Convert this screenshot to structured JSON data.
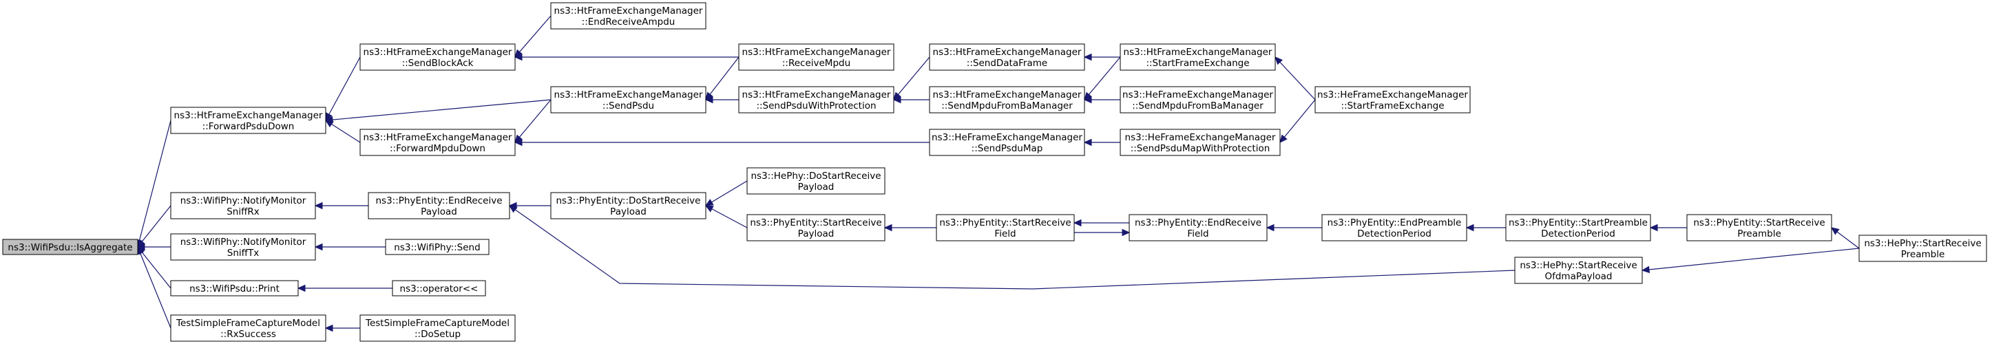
{
  "title": "",
  "nodes": [
    {
      "id": "wifipsdu_isaggregate",
      "lines": [
        "ns3::WifiPsdu::IsAggregate"
      ],
      "root": true
    },
    {
      "id": "htfem_forwardpsdudown",
      "lines": [
        "ns3::HtFrameExchangeManager",
        "::ForwardPsduDown"
      ]
    },
    {
      "id": "wifiphy_notifymonitorsniffrx",
      "lines": [
        "ns3::WifiPhy::NotifyMonitor",
        "SniffRx"
      ]
    },
    {
      "id": "wifiphy_notifymonitorsnifftx",
      "lines": [
        "ns3::WifiPhy::NotifyMonitor",
        "SniffTx"
      ]
    },
    {
      "id": "wifipsdu_print",
      "lines": [
        "ns3::WifiPsdu::Print"
      ]
    },
    {
      "id": "testsimpleframecapturemodel_rxsuccess",
      "lines": [
        "TestSimpleFrameCaptureModel",
        "::RxSuccess"
      ]
    },
    {
      "id": "htfem_sendblockack",
      "lines": [
        "ns3::HtFrameExchangeManager",
        "::SendBlockAck"
      ]
    },
    {
      "id": "htfem_sendpsdu",
      "lines": [
        "ns3::HtFrameExchangeManager",
        "::SendPsdu"
      ]
    },
    {
      "id": "htfem_forwardmpdudown",
      "lines": [
        "ns3::HtFrameExchangeManager",
        "::ForwardMpduDown"
      ]
    },
    {
      "id": "phyentity_endreceivepayload",
      "lines": [
        "ns3::PhyEntity::EndReceive",
        "Payload"
      ]
    },
    {
      "id": "wifiphy_send",
      "lines": [
        "ns3::WifiPhy::Send"
      ]
    },
    {
      "id": "operator_ltlt",
      "lines": [
        "ns3::operator<<"
      ]
    },
    {
      "id": "testsimpleframecapturemodel_dosetup",
      "lines": [
        "TestSimpleFrameCaptureModel",
        "::DoSetup"
      ]
    },
    {
      "id": "htfem_endreceiveampdu",
      "lines": [
        "ns3::HtFrameExchangeManager",
        "::EndReceiveAmpdu"
      ]
    },
    {
      "id": "phyentity_dostartreceivepayload",
      "lines": [
        "ns3::PhyEntity::DoStartReceive",
        "Payload"
      ]
    },
    {
      "id": "htfem_receivempdu",
      "lines": [
        "ns3::HtFrameExchangeManager",
        "::ReceiveMpdu"
      ]
    },
    {
      "id": "htfem_sendpsduwithprotection",
      "lines": [
        "ns3::HtFrameExchangeManager",
        "::SendPsduWithProtection"
      ]
    },
    {
      "id": "hephy_dostartreceivepayload",
      "lines": [
        "ns3::HePhy::DoStartReceive",
        "Payload"
      ]
    },
    {
      "id": "phyentity_startreceivepayload",
      "lines": [
        "ns3::PhyEntity::StartReceive",
        "Payload"
      ]
    },
    {
      "id": "htfem_senddataframe",
      "lines": [
        "ns3::HtFrameExchangeManager",
        "::SendDataFrame"
      ]
    },
    {
      "id": "htfem_sendmpdufrombamanager",
      "lines": [
        "ns3::HtFrameExchangeManager",
        "::SendMpduFromBaManager"
      ]
    },
    {
      "id": "hefem_sendpsdumap",
      "lines": [
        "ns3::HeFrameExchangeManager",
        "::SendPsduMap"
      ]
    },
    {
      "id": "phyentity_startreceivefield",
      "lines": [
        "ns3::PhyEntity::StartReceive",
        "Field"
      ]
    },
    {
      "id": "htfem_startframeexchange",
      "lines": [
        "ns3::HtFrameExchangeManager",
        "::StartFrameExchange"
      ]
    },
    {
      "id": "hefem_sendmpdufrombamanager",
      "lines": [
        "ns3::HeFrameExchangeManager",
        "::SendMpduFromBaManager"
      ]
    },
    {
      "id": "hefem_sendpsdumapwithprotection",
      "lines": [
        "ns3::HeFrameExchangeManager",
        "::SendPsduMapWithProtection"
      ]
    },
    {
      "id": "phyentity_endreceivefield",
      "lines": [
        "ns3::PhyEntity::EndReceive",
        "Field"
      ]
    },
    {
      "id": "hefem_startframeexchange",
      "lines": [
        "ns3::HeFrameExchangeManager",
        "::StartFrameExchange"
      ]
    },
    {
      "id": "phyentity_endpreambledetectionperiod",
      "lines": [
        "ns3::PhyEntity::EndPreamble",
        "DetectionPeriod"
      ]
    },
    {
      "id": "phyentity_startpreambledetectionperiod",
      "lines": [
        "ns3::PhyEntity::StartPreamble",
        "DetectionPeriod"
      ]
    },
    {
      "id": "hephy_startreceiveofdmapayload",
      "lines": [
        "ns3::HePhy::StartReceive",
        "OfdmaPayload"
      ]
    },
    {
      "id": "phyentity_startreceivepreamble",
      "lines": [
        "ns3::PhyEntity::StartReceive",
        "Preamble"
      ]
    },
    {
      "id": "hephy_startreceivepreamble",
      "lines": [
        "ns3::HePhy::StartReceive",
        "Preamble"
      ]
    }
  ],
  "edges": [
    [
      "htfem_forwardpsdudown",
      "wifipsdu_isaggregate"
    ],
    [
      "wifiphy_notifymonitorsniffrx",
      "wifipsdu_isaggregate"
    ],
    [
      "wifiphy_notifymonitorsnifftx",
      "wifipsdu_isaggregate"
    ],
    [
      "wifipsdu_print",
      "wifipsdu_isaggregate"
    ],
    [
      "testsimpleframecapturemodel_rxsuccess",
      "wifipsdu_isaggregate"
    ],
    [
      "htfem_sendblockack",
      "htfem_forwardpsdudown"
    ],
    [
      "htfem_sendpsdu",
      "htfem_forwardpsdudown"
    ],
    [
      "htfem_forwardmpdudown",
      "htfem_forwardpsdudown"
    ],
    [
      "phyentity_endreceivepayload",
      "wifiphy_notifymonitorsniffrx"
    ],
    [
      "wifiphy_send",
      "wifiphy_notifymonitorsnifftx"
    ],
    [
      "operator_ltlt",
      "wifipsdu_print"
    ],
    [
      "testsimpleframecapturemodel_dosetup",
      "testsimpleframecapturemodel_rxsuccess"
    ],
    [
      "htfem_endreceiveampdu",
      "htfem_sendblockack"
    ],
    [
      "htfem_receivempdu",
      "htfem_sendblockack"
    ],
    [
      "htfem_receivempdu",
      "htfem_sendpsdu"
    ],
    [
      "htfem_sendpsduwithprotection",
      "htfem_sendpsdu"
    ],
    [
      "htfem_sendpsdu",
      "htfem_forwardmpdudown"
    ],
    [
      "hefem_sendpsdumap",
      "htfem_forwardmpdudown"
    ],
    [
      "phyentity_dostartreceivepayload",
      "phyentity_endreceivepayload"
    ],
    [
      "hephy_startreceiveofdmapayload",
      "phyentity_endreceivepayload"
    ],
    [
      "hephy_dostartreceivepayload",
      "phyentity_dostartreceivepayload"
    ],
    [
      "phyentity_startreceivepayload",
      "phyentity_dostartreceivepayload"
    ],
    [
      "htfem_senddataframe",
      "htfem_sendpsduwithprotection"
    ],
    [
      "htfem_sendmpdufrombamanager",
      "htfem_sendpsduwithprotection"
    ],
    [
      "phyentity_startreceivefield",
      "phyentity_startreceivepayload"
    ],
    [
      "htfem_startframeexchange",
      "htfem_senddataframe"
    ],
    [
      "htfem_startframeexchange",
      "htfem_sendmpdufrombamanager"
    ],
    [
      "hefem_sendmpdufrombamanager",
      "htfem_sendmpdufrombamanager"
    ],
    [
      "hefem_sendpsdumapwithprotection",
      "hefem_sendpsdumap"
    ],
    [
      "hefem_startframeexchange",
      "htfem_startframeexchange"
    ],
    [
      "hefem_startframeexchange",
      "hefem_sendpsdumapwithprotection"
    ],
    [
      "phyentity_endreceivefield",
      "phyentity_startreceivefield"
    ],
    [
      "phyentity_startreceivefield",
      "phyentity_endreceivefield"
    ],
    [
      "phyentity_endpreambledetectionperiod",
      "phyentity_endreceivefield"
    ],
    [
      "phyentity_startpreambledetectionperiod",
      "phyentity_endpreambledetectionperiod"
    ],
    [
      "phyentity_startreceivepreamble",
      "phyentity_startpreambledetectionperiod"
    ],
    [
      "hephy_startreceivepreamble",
      "phyentity_startreceivepreamble"
    ],
    [
      "hephy_startreceivepreamble",
      "hephy_startreceiveofdmapayload"
    ]
  ]
}
